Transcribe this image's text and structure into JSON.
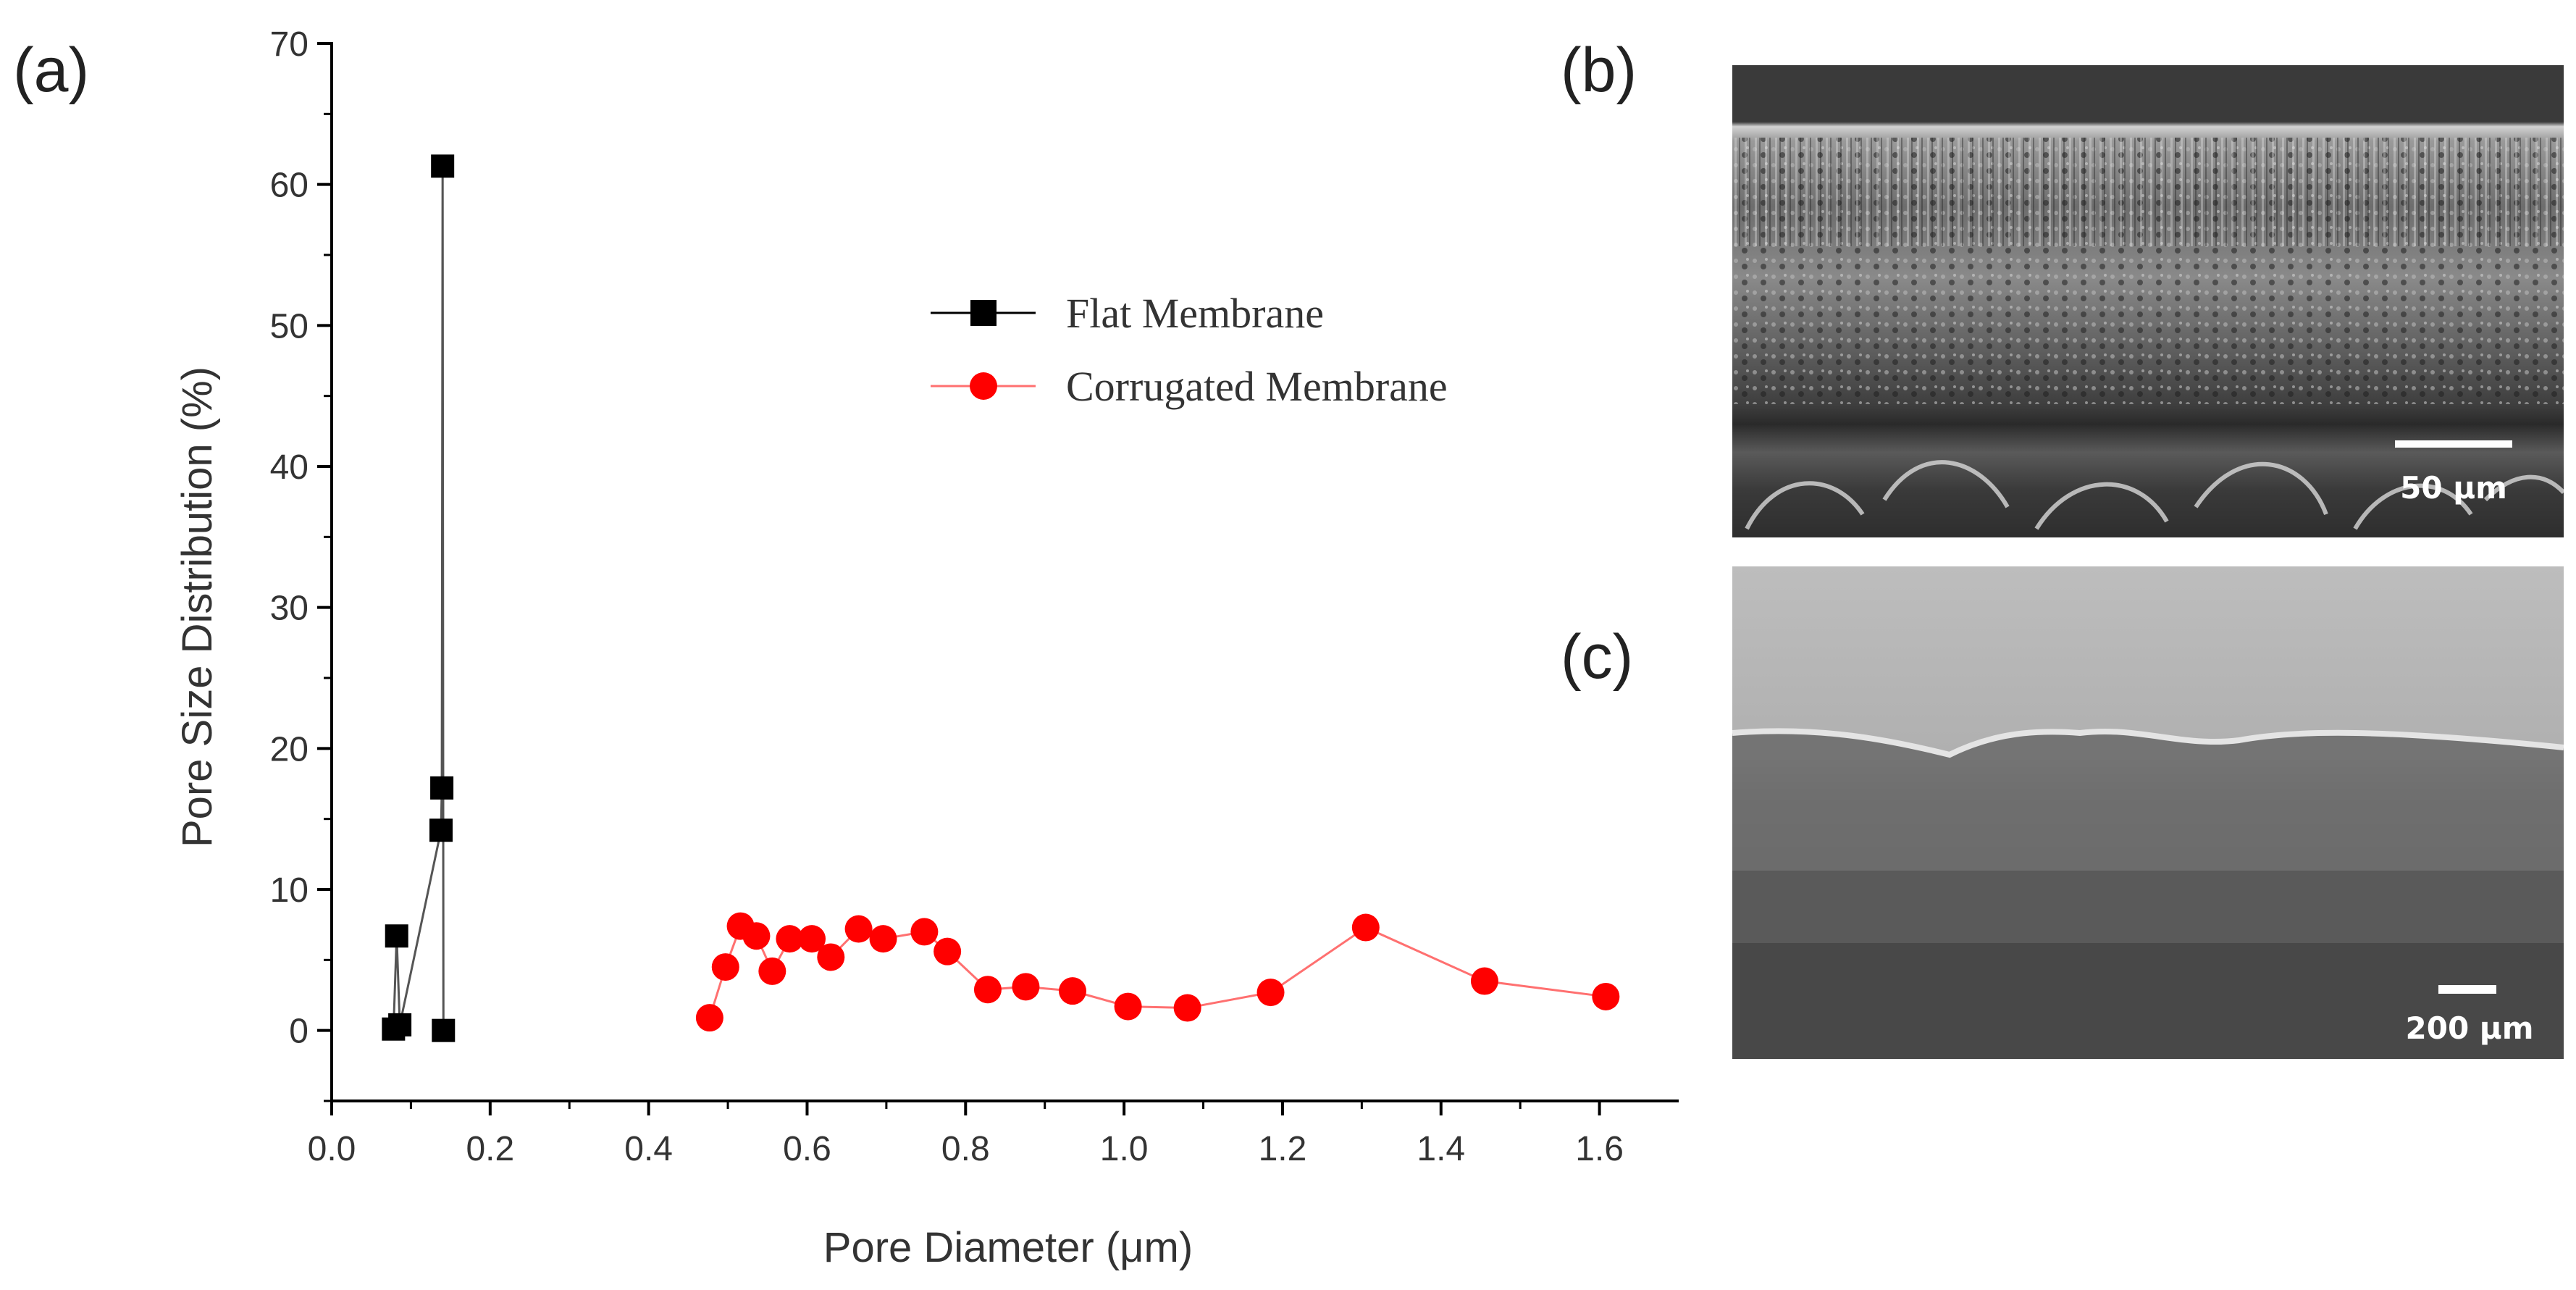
{
  "panels": {
    "a": "(a)",
    "b": "(b)",
    "c": "(c)"
  },
  "chart_data": {
    "type": "line",
    "title": "",
    "xlabel": "Pore Diameter (μm)",
    "ylabel": "Pore Size Distribution (%)",
    "xlim": [
      0.0,
      1.7
    ],
    "ylim": [
      -5,
      70
    ],
    "xticks": [
      0.0,
      0.2,
      0.4,
      0.6,
      0.8,
      1.0,
      1.2,
      1.4,
      1.6
    ],
    "xtick_labels": [
      "0.0",
      "0.2",
      "0.4",
      "0.6",
      "0.8",
      "1.0",
      "1.2",
      "1.4",
      "1.6"
    ],
    "yticks": [
      0,
      10,
      20,
      30,
      40,
      50,
      60,
      70
    ],
    "ytick_labels": [
      "0",
      "10",
      "20",
      "30",
      "40",
      "50",
      "60",
      "70"
    ],
    "grid": false,
    "legend_position": "upper-center",
    "series": [
      {
        "name": "Flat Membrane",
        "color": "#000000",
        "marker": "square",
        "points": [
          [
            0.078,
            0.1
          ],
          [
            0.082,
            6.7
          ],
          [
            0.086,
            0.4
          ],
          [
            0.138,
            14.2
          ],
          [
            0.139,
            17.2
          ],
          [
            0.14,
            61.3
          ],
          [
            0.141,
            0.0
          ]
        ]
      },
      {
        "name": "Corrugated Membrane",
        "color": "#ff0000",
        "marker": "circle",
        "points": [
          [
            0.477,
            0.9
          ],
          [
            0.497,
            4.5
          ],
          [
            0.516,
            7.4
          ],
          [
            0.536,
            6.7
          ],
          [
            0.556,
            4.2
          ],
          [
            0.578,
            6.5
          ],
          [
            0.606,
            6.5
          ],
          [
            0.63,
            5.2
          ],
          [
            0.665,
            7.2
          ],
          [
            0.696,
            6.5
          ],
          [
            0.748,
            7.0
          ],
          [
            0.777,
            5.6
          ],
          [
            0.828,
            2.9
          ],
          [
            0.876,
            3.1
          ],
          [
            0.935,
            2.8
          ],
          [
            1.005,
            1.7
          ],
          [
            1.08,
            1.6
          ],
          [
            1.185,
            2.7
          ],
          [
            1.305,
            7.3
          ],
          [
            1.455,
            3.5
          ],
          [
            1.608,
            2.4
          ]
        ]
      }
    ]
  },
  "micrograph_b": {
    "scale_label": "50 μm"
  },
  "micrograph_c": {
    "scale_label": "200 μm"
  }
}
